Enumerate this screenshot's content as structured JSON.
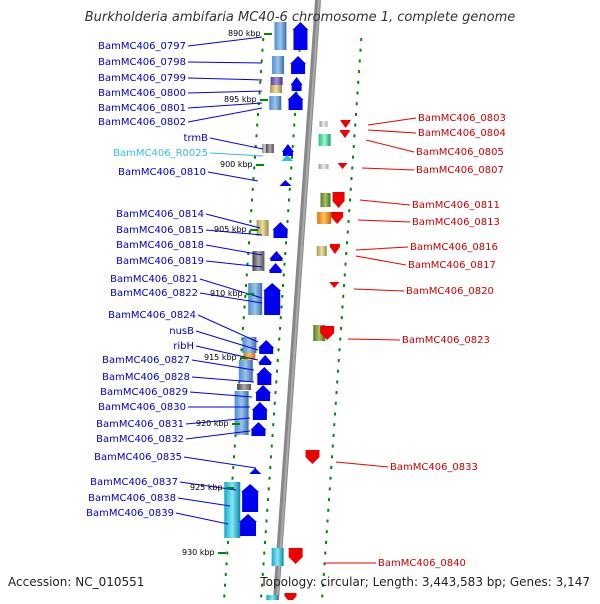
{
  "title": "Burkholderia ambifaria MC40-6 chromosome 1, complete genome",
  "footer": {
    "accession": "Accession: NC_010551",
    "topology": "Topology: circular; Length: 3,443,583 bp; Genes: 3,147"
  },
  "colors": {
    "forward_gene": "#0000ee",
    "reverse_gene": "#ee0000",
    "rna_gene": "#33bbee",
    "backbone": "#888888",
    "tick": "#008800"
  },
  "ticks": [
    {
      "label": "890 kbp"
    },
    {
      "label": "895 kbp"
    },
    {
      "label": "900 kbp"
    },
    {
      "label": "905 kbp"
    },
    {
      "label": "910 kbp"
    },
    {
      "label": "915 kbp"
    },
    {
      "label": "920 kbp"
    },
    {
      "label": "925 kbp"
    },
    {
      "label": "930 kbp"
    }
  ],
  "left_genes": [
    {
      "label": "BamMC406_0797"
    },
    {
      "label": "BamMC406_0798"
    },
    {
      "label": "BamMC406_0799"
    },
    {
      "label": "BamMC406_0800"
    },
    {
      "label": "BamMC406_0801"
    },
    {
      "label": "BamMC406_0802"
    },
    {
      "label": "trmB"
    },
    {
      "label": "BamMC406_R0025",
      "rna": true
    },
    {
      "label": "BamMC406_0810"
    },
    {
      "label": "BamMC406_0814"
    },
    {
      "label": "BamMC406_0815"
    },
    {
      "label": "BamMC406_0818"
    },
    {
      "label": "BamMC406_0819"
    },
    {
      "label": "BamMC406_0821"
    },
    {
      "label": "BamMC406_0822"
    },
    {
      "label": "BamMC406_0824"
    },
    {
      "label": "nusB"
    },
    {
      "label": "ribH"
    },
    {
      "label": "BamMC406_0827"
    },
    {
      "label": "BamMC406_0828"
    },
    {
      "label": "BamMC406_0829"
    },
    {
      "label": "BamMC406_0830"
    },
    {
      "label": "BamMC406_0831"
    },
    {
      "label": "BamMC406_0832"
    },
    {
      "label": "BamMC406_0835"
    },
    {
      "label": "BamMC406_0837"
    },
    {
      "label": "BamMC406_0838"
    },
    {
      "label": "BamMC406_0839"
    }
  ],
  "right_genes": [
    {
      "label": "BamMC406_0803"
    },
    {
      "label": "BamMC406_0804"
    },
    {
      "label": "BamMC406_0805"
    },
    {
      "label": "BamMC406_0807"
    },
    {
      "label": "BamMC406_0811"
    },
    {
      "label": "BamMC406_0813"
    },
    {
      "label": "BamMC406_0816"
    },
    {
      "label": "BamMC406_0817"
    },
    {
      "label": "BamMC406_0820"
    },
    {
      "label": "BamMC406_0823"
    },
    {
      "label": "BamMC406_0833"
    },
    {
      "label": "BamMC406_0840"
    }
  ]
}
